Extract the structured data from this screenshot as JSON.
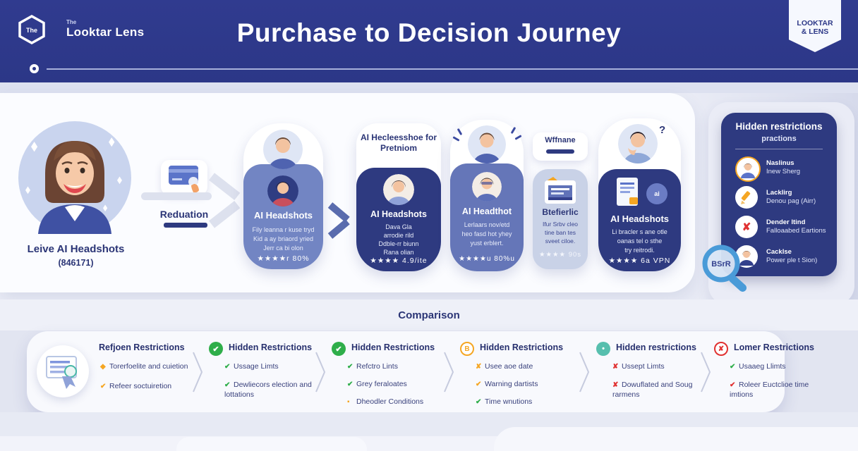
{
  "header": {
    "logo_hex": "The",
    "logo_top": "The",
    "logo_name": "Looktar Lens",
    "title": "Purchase to Decision Journey",
    "badge_line1": "LOOKTAR",
    "badge_line2": "& LENS"
  },
  "journey": {
    "persona": {
      "name": "Leive AI Headshots",
      "id": "(846171)"
    },
    "payment": {
      "label": "Reduation"
    },
    "card1": {
      "title": "AI Headshots",
      "line1": "Fily leanna r kuse tryd",
      "line2": "Kid a ay briaord yried",
      "line3": "Jerr ca bi olon",
      "rating": "★★★★r 80%"
    },
    "card2": {
      "badge_line1": "AI Hecleesshoe for",
      "badge_line2": "Pretniom",
      "title": "AI Headshots",
      "line1": "Dava Gla",
      "line2": "arrodie rild",
      "line3": "Ddble-rr biunn",
      "line4": "Rana olian",
      "rating": "★★★★ 4.9/ite"
    },
    "card3": {
      "title": "AI Headthot",
      "line1": "Lerlaars nov/etd",
      "line2": "heo fasd hot yhey",
      "line3": "yust erblert.",
      "rating": "★★★★u 80%u"
    },
    "card4": {
      "badge": "Wffnane",
      "title": "Btefierlic",
      "line1": "Ifur Srbv cleo",
      "line2": "tine ban tes",
      "line3": "sveet ciloe.",
      "rating": "★★★★ 90s"
    },
    "card5": {
      "title": "AI Headshots",
      "line1": "Li bracler s ane otle",
      "line2": "oanas tel o sthe",
      "line3": "try reitrodi.",
      "rating": "★★★★ 6a VPN",
      "mark": "?",
      "badge_glyph": "ai"
    }
  },
  "side_panel": {
    "title": "Hidden restrictions",
    "subtitle": "practions",
    "items": [
      {
        "icon": "person-orange-ring",
        "line1": "Naslinus",
        "line2": "Inew Sherg"
      },
      {
        "icon": "orange-pencil",
        "line1": "Lacklirg",
        "line2": "Denou pag (Airr)"
      },
      {
        "icon": "red-cross",
        "line1": "Dender ltind",
        "line2": "Falloaabed Eartions"
      },
      {
        "icon": "person",
        "line1": "Cacklse",
        "line2": "Power ple t Sion)"
      }
    ],
    "magnifier_label": "BSrR"
  },
  "comparison": {
    "title": "Comparison",
    "columns": [
      {
        "header": "Refjoen Restrictions",
        "items": [
          {
            "glyph": "◆",
            "text": "Torerfoelite and cuietion"
          },
          {
            "glyph": "✔",
            "text": "Refeer soctuiretion"
          }
        ]
      },
      {
        "header": "Hidden Restrictions",
        "header_icon": "✔",
        "items": [
          {
            "glyph": "✔",
            "text": "Ussage Limts"
          },
          {
            "glyph": "✔",
            "text": "Dewliecors election and lottations"
          }
        ]
      },
      {
        "header": "Hidden Restrictions",
        "header_icon": "✔",
        "items": [
          {
            "glyph": "✔",
            "text": "Refctro Lints"
          },
          {
            "glyph": "✔",
            "text": "Grey feraloates"
          },
          {
            "glyph": "▪",
            "text": "Dheodler Conditions"
          }
        ]
      },
      {
        "header": "Hidden Restrictions",
        "header_icon": "B",
        "items": [
          {
            "glyph": "✘",
            "text": "Usee aoe date"
          },
          {
            "glyph": "✔",
            "text": "Warning dartists"
          },
          {
            "glyph": "✔",
            "text": "Time wnutions"
          }
        ]
      },
      {
        "header": "Hidden restrictions",
        "header_icon": "•",
        "items": [
          {
            "glyph": "✘",
            "text": "Ussept Limts"
          },
          {
            "glyph": "✘",
            "text": "Dowuflated and Soug rarmens"
          }
        ]
      },
      {
        "header": "Lomer Restrictions",
        "header_icon": "✘",
        "items": [
          {
            "glyph": "✔",
            "text": "Usaaeg Llimts"
          },
          {
            "glyph": "✔",
            "text": "Roleer Euctclioe time imtions"
          }
        ]
      }
    ]
  },
  "colors": {
    "navy": "#2e3a8c",
    "card_dark": "#2e3a80",
    "card_light": "#7285c3",
    "card_mid": "#6576b8",
    "card_pale": "#c9d2e7",
    "orange": "#f5a623",
    "green": "#2fae4a",
    "red": "#e03131",
    "teal": "#57bfae"
  }
}
